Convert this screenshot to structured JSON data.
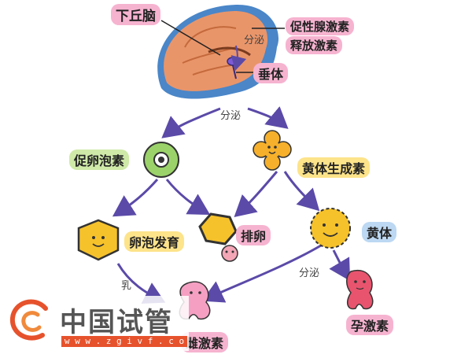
{
  "labels": {
    "hypothalamus": "下丘脑",
    "gnrh_line1": "促性腺激素",
    "gnrh_line2": "释放激素",
    "secrete_top": "分泌",
    "pituitary": "垂体",
    "secrete_mid": "分泌",
    "fsh": "促卵泡素",
    "lh": "黄体生成素",
    "follicle_dev": "卵泡发育",
    "ovulation": "排卵",
    "corpus_luteum": "黄体",
    "secrete_low": "分泌",
    "progesterone": "孕激素",
    "estrogen_partial": "雌激素",
    "estrogen_cut": "乳"
  },
  "watermark": {
    "name": "中国试管",
    "url": "w w w . z g i v f . c o m"
  },
  "colors": {
    "brain": "#e9956a",
    "brain_back": "#4a86c8",
    "arrow": "#5b4aa8",
    "follicle_cell": "#9bd36a",
    "hexagon": "#f6c22b",
    "flower": "#f6b02b",
    "pink_hormone": "#f5a0c3",
    "red_hormone": "#e8546e",
    "accent_orange": "#e6522c"
  },
  "icons": [
    "brain-icon",
    "follicle-cell-icon",
    "flower-cell-icon",
    "hexagon-egg-icon",
    "corpus-luteum-icon",
    "hormone-figure-icon",
    "logo-icon"
  ]
}
